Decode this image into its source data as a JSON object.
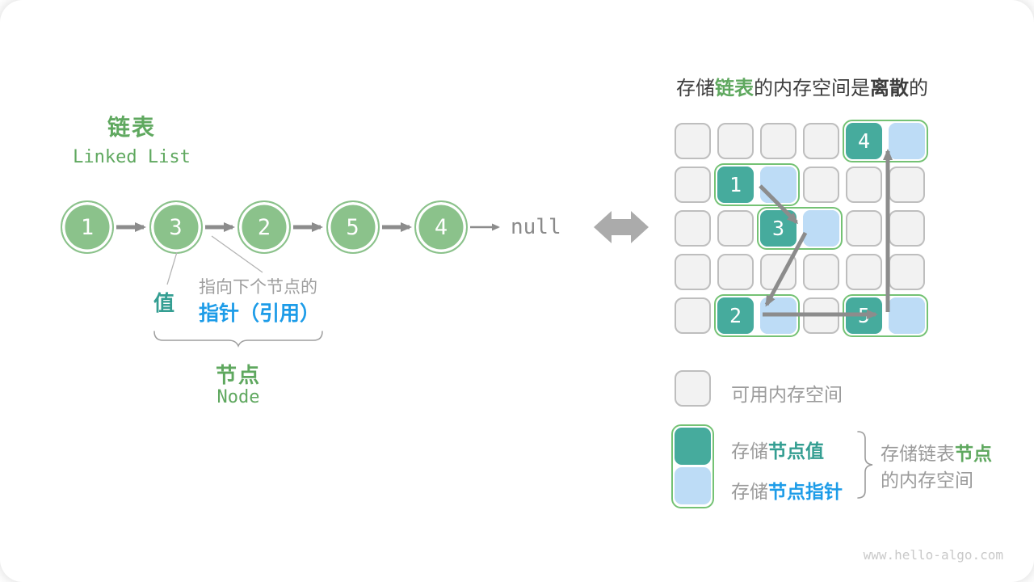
{
  "left": {
    "title_zh": "链表",
    "title_en": "Linked List",
    "nodes": [
      "1",
      "3",
      "2",
      "5",
      "4"
    ],
    "null_label": "null",
    "annotations": {
      "value_label": "值",
      "pointer_caption": "指向下个节点的",
      "pointer_label": "指针（引用）",
      "node_label_zh": "节点",
      "node_label_en": "Node"
    }
  },
  "right": {
    "title": {
      "prefix": "存储",
      "highlight": "链表",
      "middle": "的内存空间是",
      "emph": "离散",
      "suffix": "的"
    },
    "grid": {
      "rows": 5,
      "cols": 6,
      "pairs": [
        {
          "value": "4",
          "row": 0,
          "col": 4
        },
        {
          "value": "1",
          "row": 1,
          "col": 1
        },
        {
          "value": "3",
          "row": 2,
          "col": 2
        },
        {
          "value": "2",
          "row": 4,
          "col": 1
        },
        {
          "value": "5",
          "row": 4,
          "col": 4
        }
      ]
    },
    "legend": {
      "free_label": "可用内存空间",
      "value_prefix": "存储",
      "value_bold": "节点值",
      "pointer_prefix": "存储",
      "pointer_bold": "节点指针",
      "brace_line1_prefix": "存储链表",
      "brace_line1_bold": "节点",
      "brace_line2": "的内存空间"
    }
  },
  "watermark": "www.hello-algo.com",
  "colors": {
    "node_green": "#8BC28B",
    "text_green": "#5FA85F",
    "text_teal": "#349E92",
    "text_blue": "#1D9CE8",
    "cell_teal": "#46AB9D",
    "cell_blue": "#BDDCF6",
    "pair_border_green": "#74C274",
    "arrow_gray": "#8C8C8C"
  }
}
